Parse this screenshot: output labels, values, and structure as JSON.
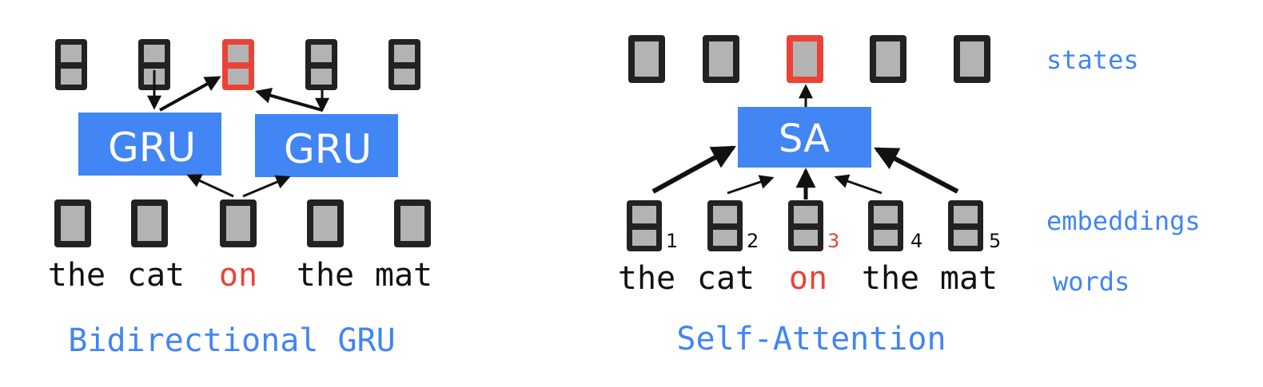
{
  "colors": {
    "accent": "#4285f4",
    "highlight": "#ea4335",
    "cell_border": "#222222",
    "cell_fill": "#b3b3b3",
    "text": "#111111"
  },
  "left_panel": {
    "title": "Bidirectional GRU",
    "words": [
      "the",
      "cat",
      "on",
      "the",
      "mat"
    ],
    "highlight_word_index": 2,
    "gru_left_label": "GRU",
    "gru_right_label": "GRU"
  },
  "right_panel": {
    "title": "Self-Attention",
    "words": [
      "the",
      "cat",
      "on",
      "the",
      "mat"
    ],
    "highlight_word_index": 2,
    "positions": [
      "1",
      "2",
      "3",
      "4",
      "5"
    ],
    "sa_label": "SA",
    "row_labels": {
      "states": "states",
      "embeddings": "embeddings",
      "words": "words"
    }
  }
}
